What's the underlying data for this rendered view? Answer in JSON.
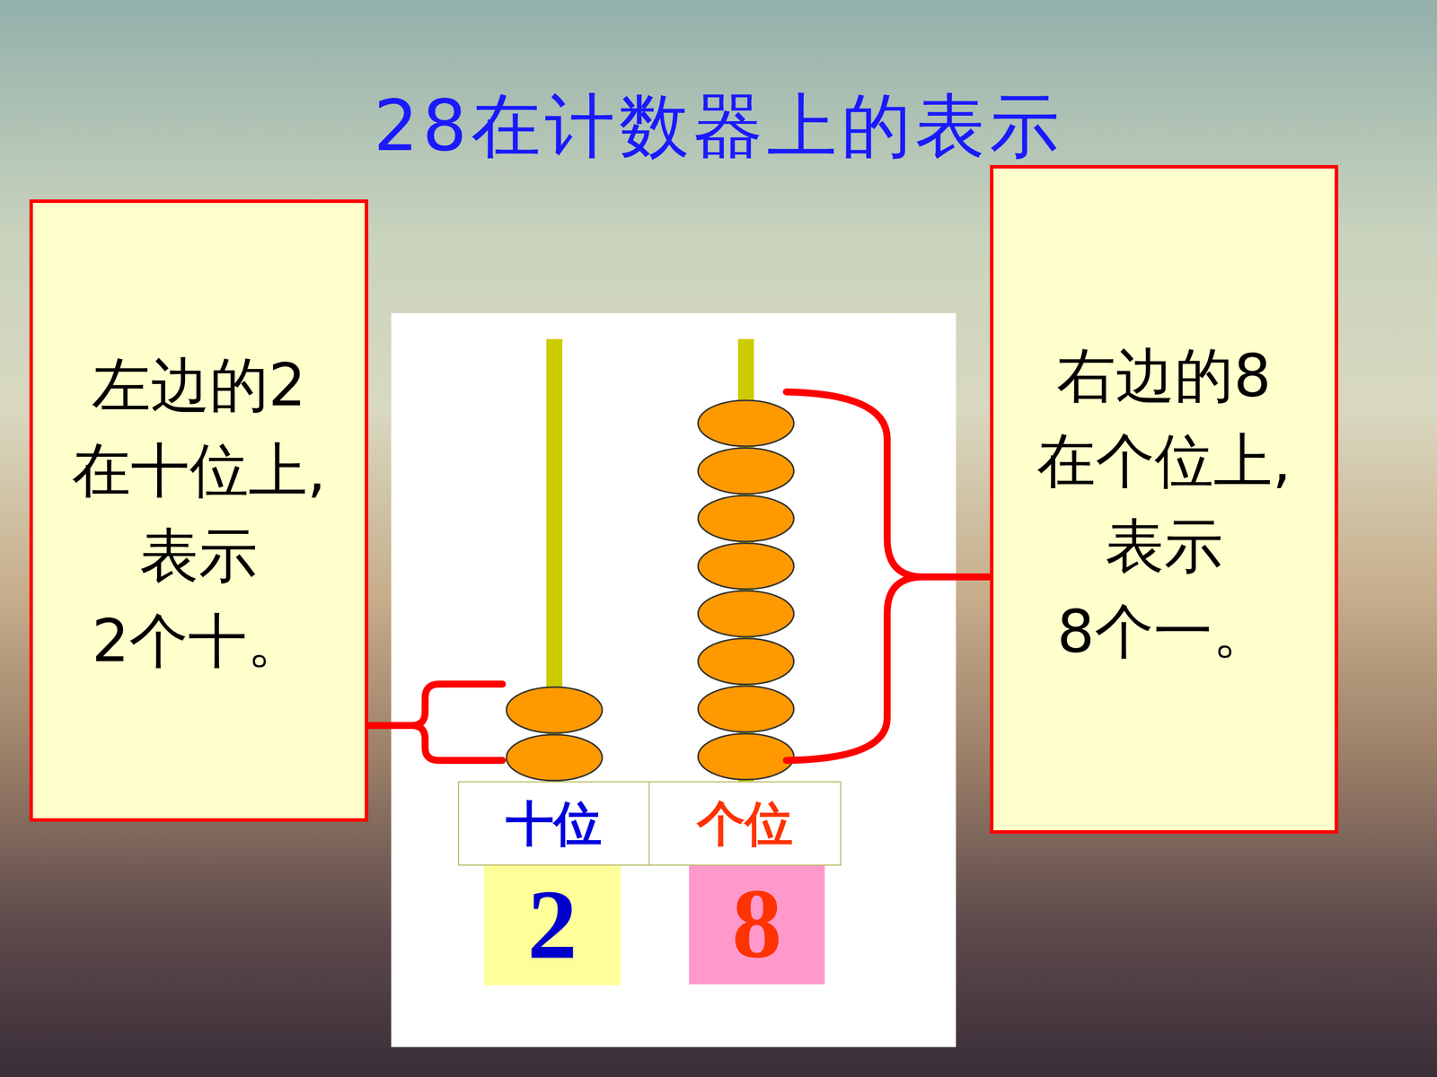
{
  "diagram": {
    "title": "28在计数器上的表示",
    "nodes": [
      {
        "text": [
          "左边的2 在十位上, 表示 2个十。"
        ]
      },
      {
        "text": [
          "右边的8 在个位上, 表示 8个一。"
        ]
      },
      {
        "text": [
          "十位"
        ]
      },
      {
        "text": [
          "个位"
        ]
      },
      {
        "text": [
          "2"
        ]
      },
      {
        "text": [
          "8"
        ]
      }
    ]
  }
}
